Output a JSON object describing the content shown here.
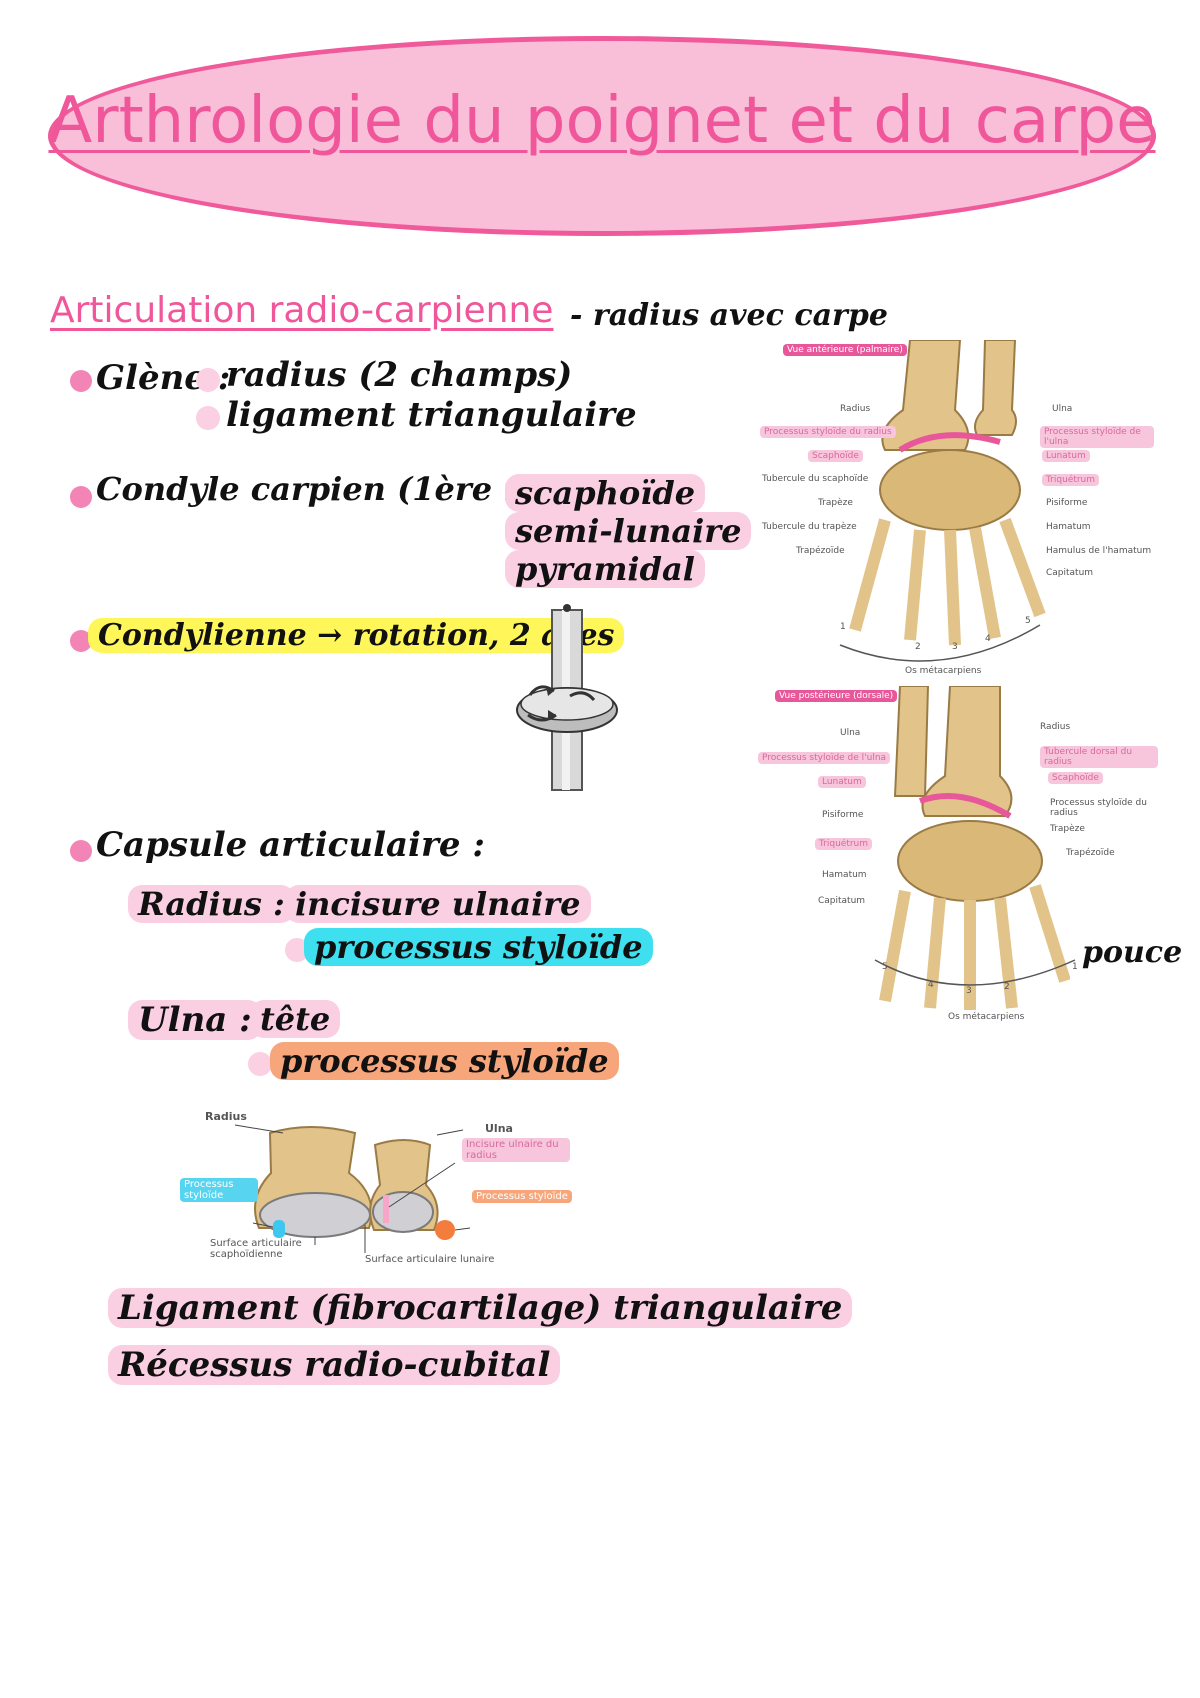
{
  "title": "Arthrologie du poignet et du carpe",
  "section": {
    "heading": "Articulation radio-carpienne",
    "heading_note": "- radius avec carpe"
  },
  "glene": {
    "label": "Glène :",
    "items": [
      "radius (2 champs)",
      "ligament triangulaire"
    ]
  },
  "condyle": {
    "label": "Condyle carpien (1ère rangée) :",
    "items": [
      "scaphoïde",
      "semi-lunaire",
      "pyramidal"
    ]
  },
  "condylienne": {
    "label": "Condylienne",
    "detail": "→ rotation, 2 axes"
  },
  "capsule": {
    "label": "Capsule articulaire :",
    "radius_label": "Radius :",
    "radius_items": [
      "incisure ulnaire",
      "processus styloïde"
    ],
    "ulna_label": "Ulna :",
    "ulna_items": [
      "tête",
      "processus styloïde"
    ]
  },
  "bottom_lines": [
    "Ligament (fibrocartilage) triangulaire",
    "Récessus radio-cubital"
  ],
  "fig_anterior": {
    "view": "Vue antérieure (palmaire)",
    "labels_left": [
      "Radius",
      "Processus styloïde du radius",
      "Scaphoïde",
      "Tubercule du scaphoïde",
      "Trapèze",
      "Tubercule du trapèze",
      "Trapézoïde"
    ],
    "labels_right": [
      "Ulna",
      "Processus styloïde de l'ulna",
      "Lunatum",
      "Triquétrum",
      "Pisiforme",
      "Hamatum",
      "Hamulus de l'hamatum",
      "Capitatum"
    ],
    "numbers": [
      "1",
      "2",
      "3",
      "4",
      "5"
    ],
    "caption": "Os métacarpiens"
  },
  "fig_posterior": {
    "view": "Vue postérieure (dorsale)",
    "labels_left": [
      "Ulna",
      "Processus styloïde de l'ulna",
      "Lunatum",
      "Pisiforme",
      "Triquétrum",
      "Hamatum",
      "Capitatum"
    ],
    "labels_right": [
      "Radius",
      "Tubercule dorsal du radius",
      "Scaphoïde",
      "Processus styloïde du radius",
      "Trapèze",
      "Trapézoïde"
    ],
    "numbers": [
      "5",
      "4",
      "3",
      "2",
      "1"
    ],
    "caption": "Os métacarpiens",
    "note": "pouce"
  },
  "fig_distal": {
    "radius": "Radius",
    "ulna": "Ulna",
    "processus_styloide_left": "Processus styloïde",
    "incisure": "Incisure ulnaire du radius",
    "processus_styloide_right": "Processus styloïde",
    "surface_scaph": "Surface articulaire scaphoïdienne",
    "surface_lunaire": "Surface articulaire lunaire"
  },
  "colors": {
    "pink": "#f0569a",
    "light_pink": "#fbcfe2",
    "yellow": "#fff75a",
    "cyan": "#3ee0f0",
    "orange": "#f7a67c",
    "bone": "#e2c48a"
  }
}
